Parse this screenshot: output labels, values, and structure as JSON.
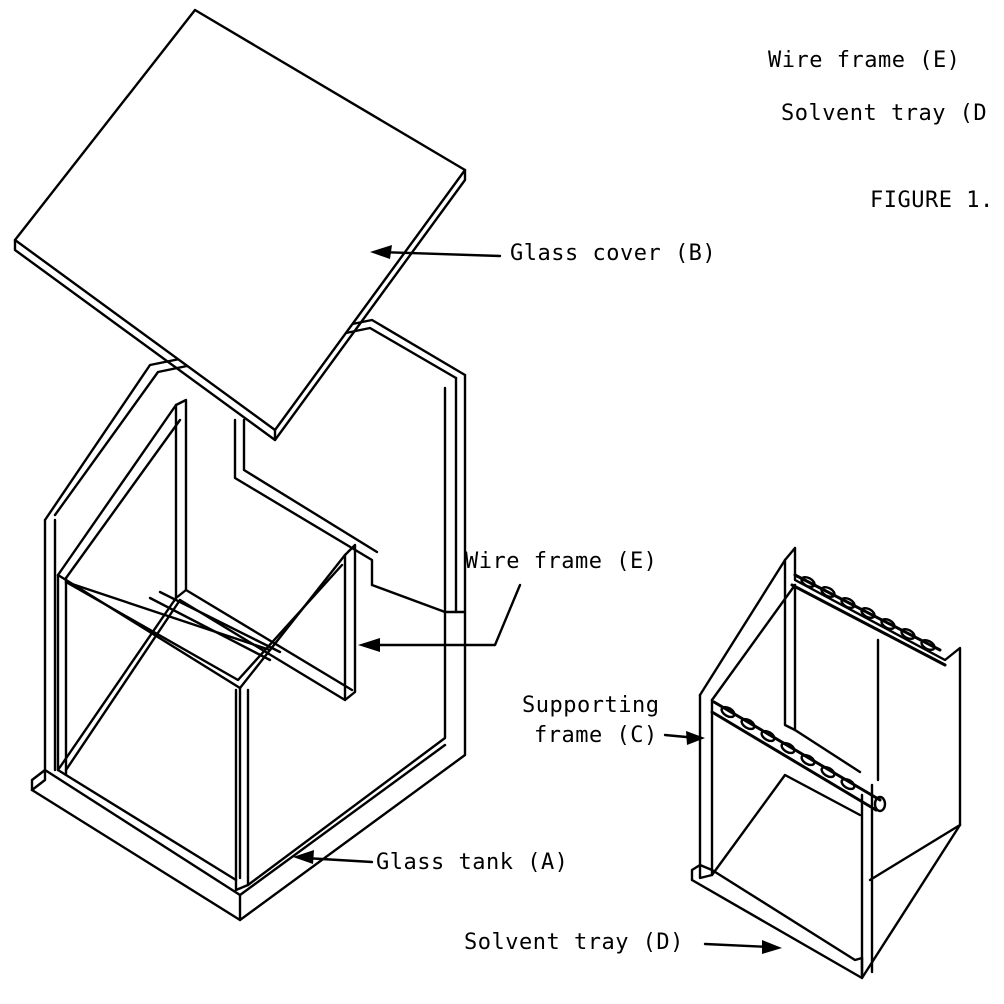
{
  "legend": {
    "wire_frame": "Wire frame (E)",
    "solvent_tray": "Solvent tray (D",
    "figure": "FIGURE 1."
  },
  "labels": {
    "glass_cover": "Glass cover (B)",
    "wire_frame": "Wire frame (E)",
    "supporting_frame_line1": "Supporting",
    "supporting_frame_line2": "frame (C)",
    "glass_tank": "Glass tank (A)",
    "solvent_tray": "Solvent tray (D)"
  }
}
